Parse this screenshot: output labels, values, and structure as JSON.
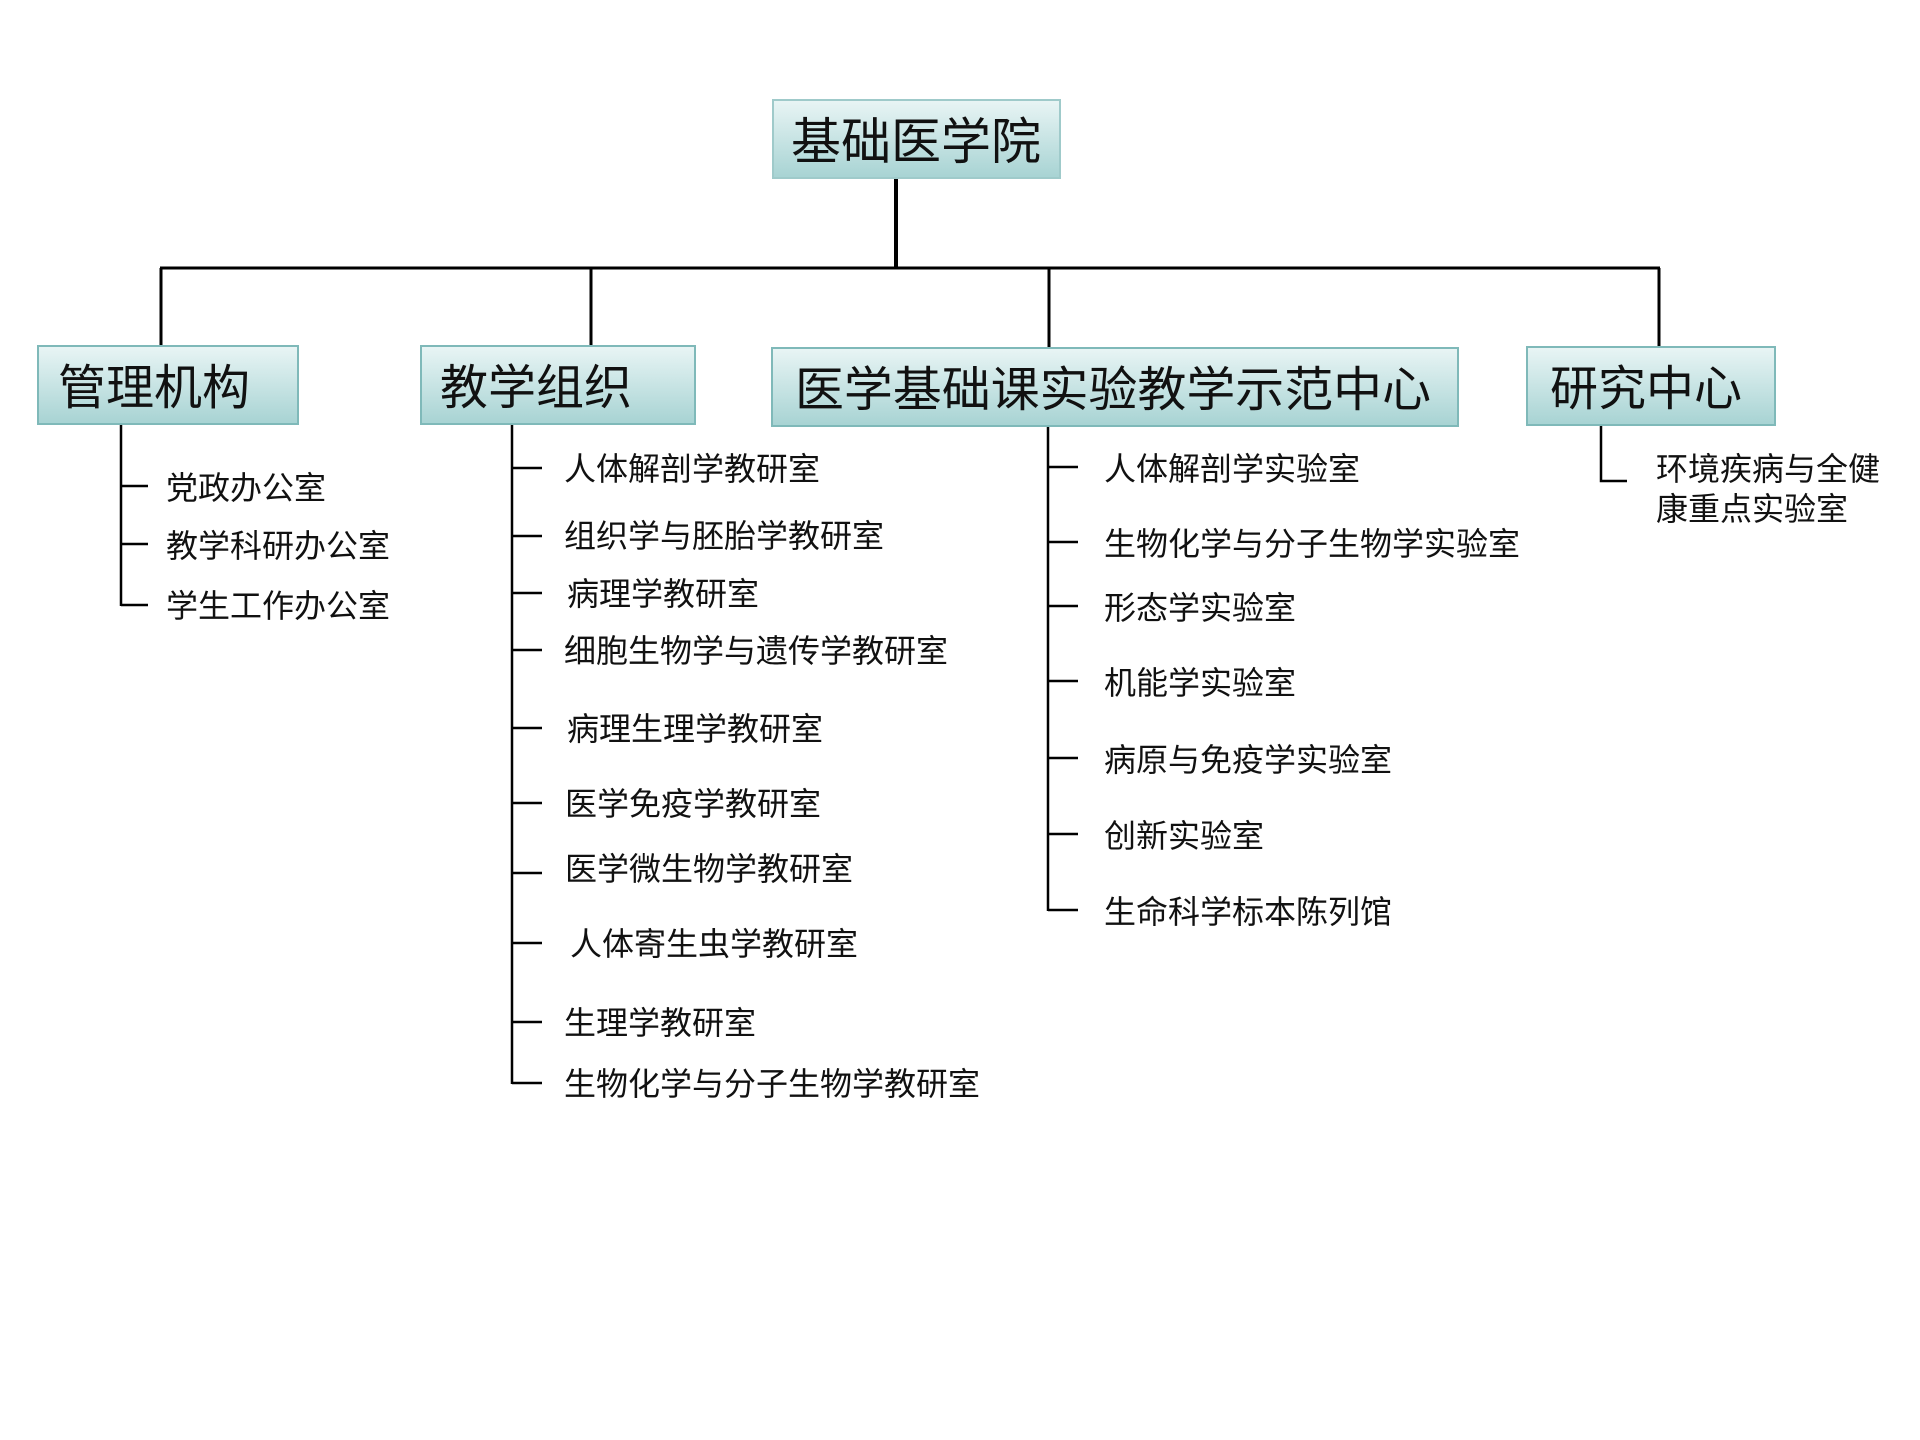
{
  "root": {
    "label": "基础医学院"
  },
  "categories": [
    {
      "label": "管理机构",
      "items": [
        "党政办公室",
        "教学科研办公室",
        "学生工作办公室"
      ]
    },
    {
      "label": "教学组织",
      "items": [
        "人体解剖学教研室",
        "组织学与胚胎学教研室",
        "病理学教研室",
        "细胞生物学与遗传学教研室",
        "病理生理学教研室",
        "医学免疫学教研室",
        "医学微生物学教研室",
        "人体寄生虫学教研室",
        "生理学教研室",
        "生物化学与分子生物学教研室"
      ]
    },
    {
      "label": "医学基础课实验教学示范中心",
      "items": [
        "人体解剖学实验室",
        "生物化学与分子生物学实验室",
        "形态学实验室",
        "机能学实验室",
        "病原与免疫学实验室",
        "创新实验室",
        "生命科学标本陈列馆"
      ]
    },
    {
      "label": "研究中心",
      "items": [
        "环境疾病与全健",
        "康重点实验室"
      ]
    }
  ],
  "colors": {
    "box_fill_top": "#e9f5f5",
    "box_fill_bottom": "#a7d3d3",
    "box_border": "#7fb9b9",
    "line": "#000000"
  }
}
